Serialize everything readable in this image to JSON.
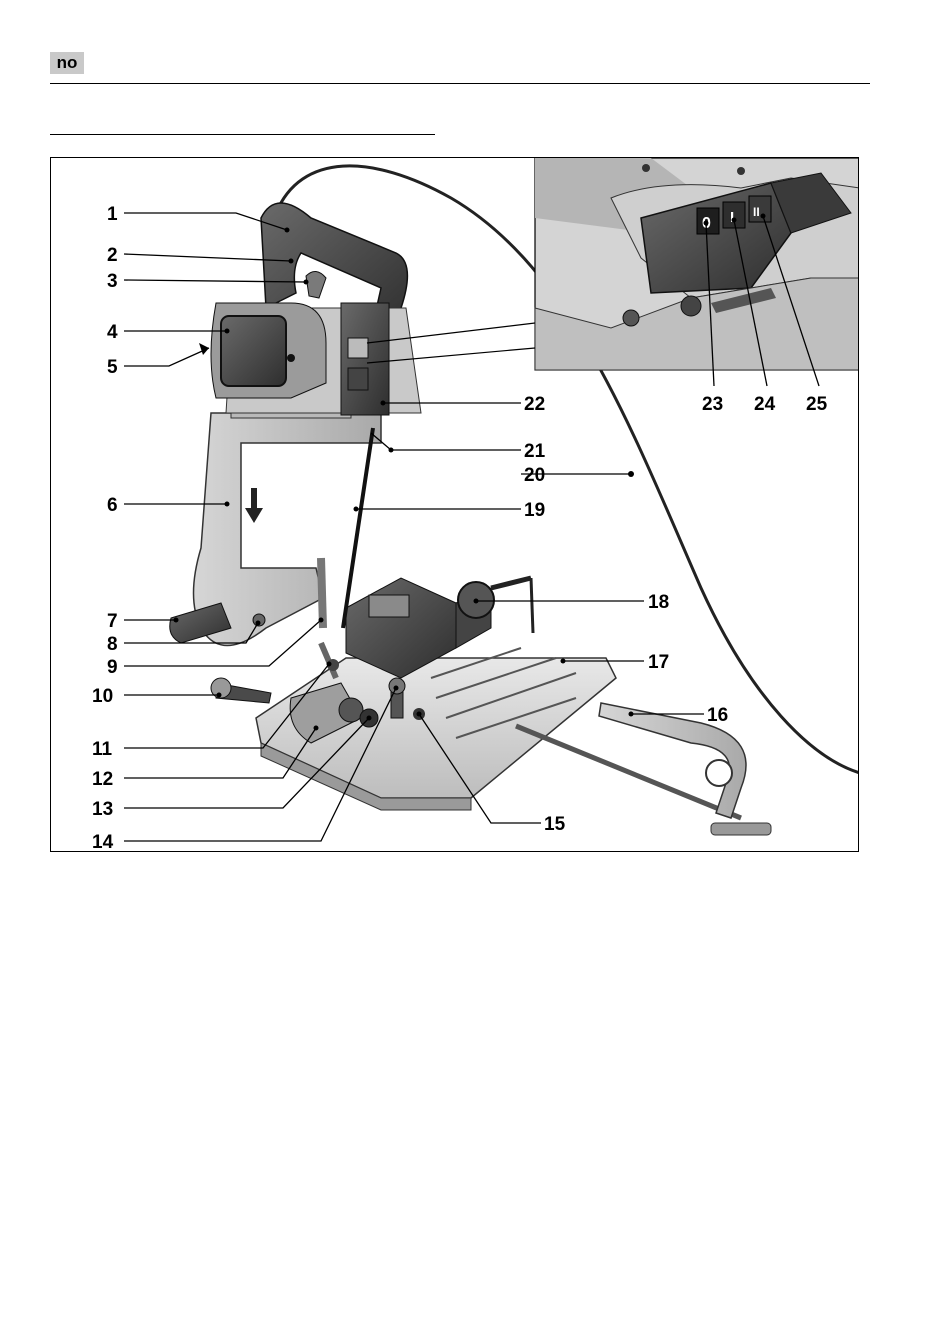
{
  "header": {
    "language_code": "no"
  },
  "figure": {
    "callouts": [
      "1",
      "2",
      "3",
      "4",
      "5",
      "6",
      "7",
      "8",
      "9",
      "10",
      "11",
      "12",
      "13",
      "14",
      "15",
      "16",
      "17",
      "18",
      "19",
      "20",
      "21",
      "22",
      "23",
      "24",
      "25"
    ]
  },
  "inset": {
    "switch_symbols": [
      "0",
      "I",
      "II"
    ]
  }
}
